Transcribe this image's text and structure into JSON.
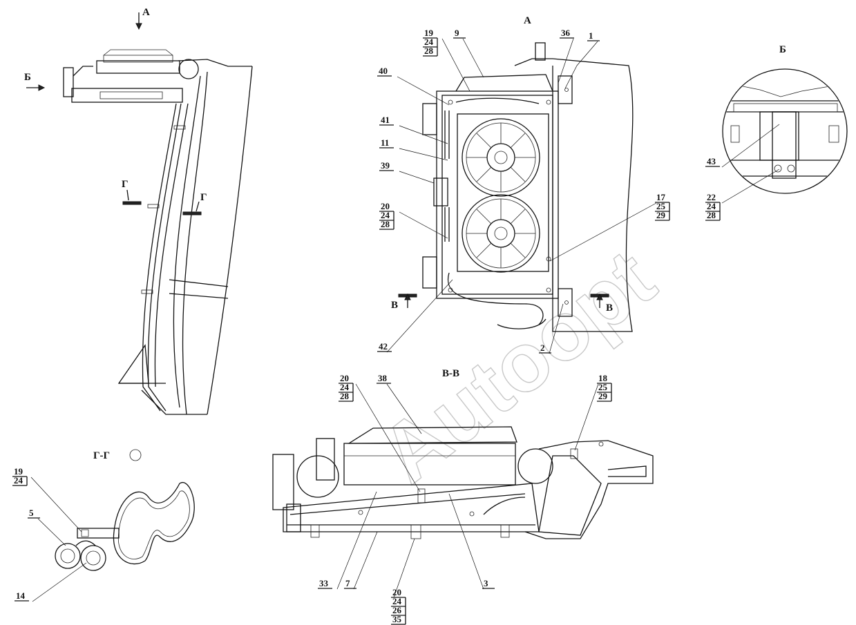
{
  "views": {
    "view_a_title": "А",
    "view_b_title": "Б",
    "view_v_title": "В-В",
    "view_g_title": "Г-Г"
  },
  "markers": {
    "arrow_a": "А",
    "arrow_b": "Б",
    "section_g_left": "Г",
    "section_g_right": "Г",
    "section_v_left": "В",
    "section_v_right": "В"
  },
  "callouts": [
    {
      "id": "c1",
      "lines": [
        "1"
      ]
    },
    {
      "id": "c2",
      "lines": [
        "2"
      ]
    },
    {
      "id": "c9",
      "lines": [
        "9"
      ]
    },
    {
      "id": "c36",
      "lines": [
        "36"
      ]
    },
    {
      "id": "c19a",
      "lines": [
        "19",
        "24",
        "28"
      ]
    },
    {
      "id": "c40",
      "lines": [
        "40"
      ]
    },
    {
      "id": "c41",
      "lines": [
        "41"
      ]
    },
    {
      "id": "c11",
      "lines": [
        "11"
      ]
    },
    {
      "id": "c39",
      "lines": [
        "39"
      ]
    },
    {
      "id": "c20a",
      "lines": [
        "20",
        "24",
        "28"
      ]
    },
    {
      "id": "c17",
      "lines": [
        "17",
        "25",
        "29"
      ]
    },
    {
      "id": "c42",
      "lines": [
        "42"
      ]
    },
    {
      "id": "c43",
      "lines": [
        "43"
      ]
    },
    {
      "id": "c22",
      "lines": [
        "22",
        "24",
        "28"
      ]
    },
    {
      "id": "c20b",
      "lines": [
        "20",
        "24",
        "28"
      ]
    },
    {
      "id": "c38",
      "lines": [
        "38"
      ]
    },
    {
      "id": "c18",
      "lines": [
        "18",
        "25",
        "29"
      ]
    },
    {
      "id": "c33",
      "lines": [
        "33"
      ]
    },
    {
      "id": "c7",
      "lines": [
        "7"
      ]
    },
    {
      "id": "c20c",
      "lines": [
        "20",
        "24",
        "26",
        "35"
      ]
    },
    {
      "id": "c3",
      "lines": [
        "3"
      ]
    },
    {
      "id": "c19b",
      "lines": [
        "19",
        "24"
      ]
    },
    {
      "id": "c5",
      "lines": [
        "5"
      ]
    },
    {
      "id": "c14",
      "lines": [
        "14"
      ]
    }
  ],
  "watermark": "Autoopt"
}
